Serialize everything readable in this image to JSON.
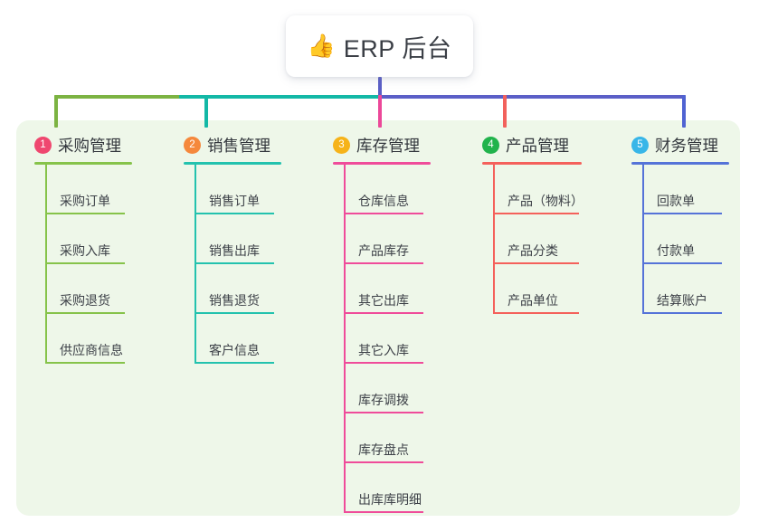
{
  "root": {
    "icon": "thumbs-up-icon",
    "emoji": "👍",
    "title": "ERP 后台"
  },
  "panel": {
    "background_color": "#eef7e9"
  },
  "connectors": {
    "trunk_color": "#5b5fc7",
    "segments": [
      {
        "name": "left-green",
        "color": "#7cb342"
      },
      {
        "name": "mid-teal",
        "color": "#13b8a6"
      },
      {
        "name": "right-indigo",
        "color": "#5b5fc7"
      }
    ],
    "drops": [
      {
        "name": "drop-purchase",
        "color": "#7cb342"
      },
      {
        "name": "drop-sales",
        "color": "#13b8a6"
      },
      {
        "name": "drop-inventory",
        "color": "#ec4899"
      },
      {
        "name": "drop-product",
        "color": "#f2615c"
      },
      {
        "name": "drop-finance",
        "color": "#4f63d2"
      }
    ]
  },
  "columns": [
    {
      "number": "1",
      "title": "采购管理",
      "badge_color": "#ef476f",
      "line_color": "#86c34a",
      "items": [
        {
          "label": "采购订单"
        },
        {
          "label": "采购入库"
        },
        {
          "label": "采购退货"
        },
        {
          "label": "供应商信息"
        }
      ]
    },
    {
      "number": "2",
      "title": "销售管理",
      "badge_color": "#f5883c",
      "line_color": "#23c2ae",
      "items": [
        {
          "label": "销售订单"
        },
        {
          "label": "销售出库"
        },
        {
          "label": "销售退货"
        },
        {
          "label": "客户信息"
        }
      ]
    },
    {
      "number": "3",
      "title": "库存管理",
      "badge_color": "#f6b319",
      "line_color": "#ef4c9a",
      "items": [
        {
          "label": "仓库信息"
        },
        {
          "label": "产品库存"
        },
        {
          "label": "其它出库"
        },
        {
          "label": "其它入库"
        },
        {
          "label": "库存调拨"
        },
        {
          "label": "库存盘点"
        },
        {
          "label": "出库库明细"
        }
      ]
    },
    {
      "number": "4",
      "title": "产品管理",
      "badge_color": "#21b34c",
      "line_color": "#f4615b",
      "items": [
        {
          "label": "产品（物料）"
        },
        {
          "label": "产品分类"
        },
        {
          "label": "产品单位"
        }
      ]
    },
    {
      "number": "5",
      "title": "财务管理",
      "badge_color": "#38b6e8",
      "line_color": "#5573d8",
      "items": [
        {
          "label": "回款单"
        },
        {
          "label": "付款单"
        },
        {
          "label": "结算账户"
        }
      ]
    }
  ]
}
